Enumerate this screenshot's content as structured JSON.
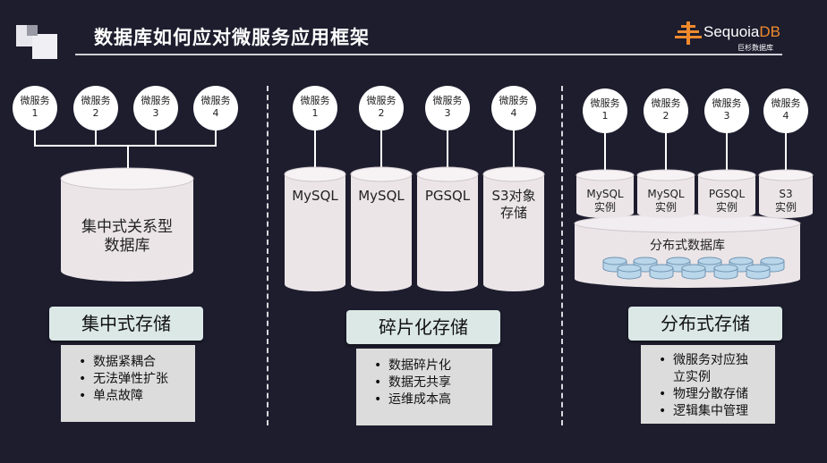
{
  "title": "数据库如何应对微服务应用框架",
  "brand": {
    "name_part1": "Sequoia",
    "name_part2": "DB",
    "subtitle": "巨杉数据库",
    "accent": "#f08a2c"
  },
  "node_label": "微服务",
  "columns": [
    {
      "nodes": [
        "1",
        "2",
        "3",
        "4"
      ],
      "database": {
        "line1": "集中式关系型",
        "line2": "数据库"
      },
      "tag": "集中式存储",
      "points": [
        "数据紧耦合",
        "无法弹性扩张",
        "单点故障"
      ]
    },
    {
      "nodes": [
        "1",
        "2",
        "3",
        "4"
      ],
      "shards": [
        {
          "line1": "MySQL",
          "line2": ""
        },
        {
          "line1": "MySQL",
          "line2": ""
        },
        {
          "line1": "PGSQL",
          "line2": ""
        },
        {
          "line1": "S3对象",
          "line2": "存储"
        }
      ],
      "tag": "碎片化存储",
      "points": [
        "数据碎片化",
        "数据无共享",
        "运维成本高"
      ]
    },
    {
      "nodes": [
        "1",
        "2",
        "3",
        "4"
      ],
      "instances": [
        {
          "line1": "MySQL",
          "line2": "实例"
        },
        {
          "line1": "MySQL",
          "line2": "实例"
        },
        {
          "line1": "PGSQL",
          "line2": "实例"
        },
        {
          "line1": "S3",
          "line2": "实例"
        }
      ],
      "distributed_db": "分布式数据库",
      "tag": "分布式存储",
      "points": [
        "微服务对应独",
        "立实例",
        "物理分散存储",
        "逻辑集中管理"
      ]
    }
  ],
  "colors": {
    "background": "#1d1d2e",
    "cylinder": "#ebe5e8",
    "cylinder_top": "#f7f3f5",
    "tag_bg": "#dbe8e6",
    "box_bg": "#dcdcdc",
    "disk": "#b9d6ea"
  }
}
